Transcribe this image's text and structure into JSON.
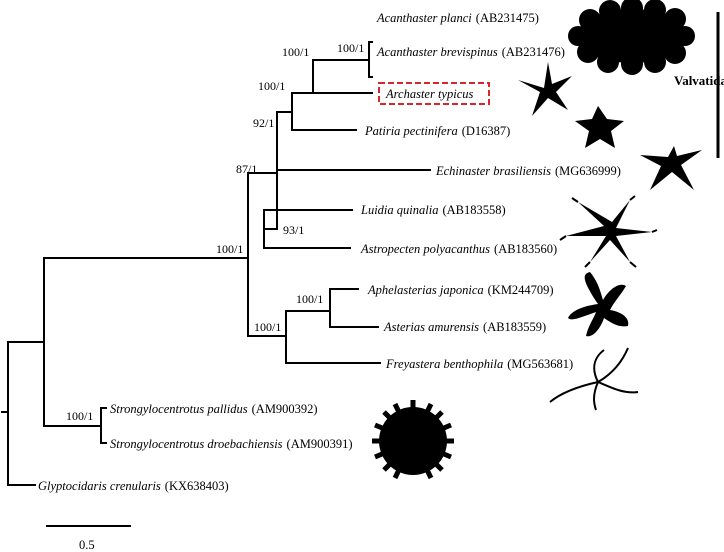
{
  "taxa": {
    "acanthaster_planci": {
      "name": "Acanthaster planci",
      "accession": "(AB231475)"
    },
    "acanthaster_brevispinus": {
      "name": "Acanthaster brevispinus",
      "accession": "(AB231476)"
    },
    "archaster_typicus": {
      "name": "Archaster typicus",
      "accession": ""
    },
    "patiria_pectinifera": {
      "name": "Patiria pectinifera",
      "accession": "(D16387)"
    },
    "echinaster_brasiliensis": {
      "name": "Echinaster brasiliensis",
      "accession": "(MG636999)"
    },
    "luidia_quinalia": {
      "name": "Luidia quinalia",
      "accession": "(AB183558)"
    },
    "astropecten_polyacanthus": {
      "name": "Astropecten polyacanthus",
      "accession": "(AB183560)"
    },
    "aphelasterias_japonica": {
      "name": "Aphelasterias japonica",
      "accession": "(KM244709)"
    },
    "asterias_amurensis": {
      "name": "Asterias amurensis",
      "accession": "(AB183559)"
    },
    "freyastera_benthophila": {
      "name": "Freyastera benthophila",
      "accession": "(MG563681)"
    },
    "strongylocentrotus_pallidus": {
      "name": "Strongylocentrotus pallidus",
      "accession": "(AM900392)"
    },
    "strongylocentrotus_droebachiensis": {
      "name": "Strongylocentrotus droebachiensis",
      "accession": "(AM900391)"
    },
    "glyptocidaris_crenularis": {
      "name": "Glyptocidaris crenularis",
      "accession": "(KX638403)"
    }
  },
  "support": {
    "acanthaster": "100/1",
    "acanthaster_archaster": "100/1",
    "valvatida_core": "100/1",
    "valvatida": "92/1",
    "valvatida_echinaster": "87/1",
    "paxillosida": "93/1",
    "asteroidea": "100/1",
    "aphelasterias_asterias": "100/1",
    "forcipulatida": "100/1",
    "strongylocentrotus": "100/1"
  },
  "clade": {
    "label": "Valvatida"
  },
  "scale_bar": {
    "label": "0.5"
  },
  "silhouettes": [
    "acanthaster-silhouette",
    "archaster-silhouette",
    "patiria-silhouette",
    "echinaster-silhouette",
    "astropecten-silhouette",
    "asterias-silhouette",
    "brisingid-silhouette",
    "sea-urchin-silhouette"
  ],
  "highlight_color": "#d9262c"
}
